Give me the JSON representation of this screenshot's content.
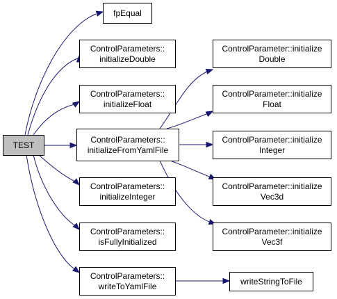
{
  "diagram": {
    "type": "call-graph",
    "edge_color": "#191970",
    "root_fill": "#bfbfbf",
    "nodes": [
      {
        "id": "test",
        "lines": [
          "TEST"
        ]
      },
      {
        "id": "fpequal",
        "lines": [
          "fpEqual"
        ]
      },
      {
        "id": "cps_initdouble",
        "lines": [
          "ControlParameters::",
          "initializeDouble"
        ]
      },
      {
        "id": "cps_initfloat",
        "lines": [
          "ControlParameters::",
          "initializeFloat"
        ]
      },
      {
        "id": "cps_initfromyaml",
        "lines": [
          "ControlParameters::",
          "initializeFromYamlFile"
        ]
      },
      {
        "id": "cps_initinteger",
        "lines": [
          "ControlParameters::",
          "initializeInteger"
        ]
      },
      {
        "id": "cps_isfully",
        "lines": [
          "ControlParameters::",
          "isFullyInitialized"
        ]
      },
      {
        "id": "cps_writeyaml",
        "lines": [
          "ControlParameters::",
          "writeToYamlFile"
        ]
      },
      {
        "id": "cp_initdouble",
        "lines": [
          "ControlParameter::initialize",
          "Double"
        ]
      },
      {
        "id": "cp_initfloat",
        "lines": [
          "ControlParameter::initialize",
          "Float"
        ]
      },
      {
        "id": "cp_initinteger",
        "lines": [
          "ControlParameter::initialize",
          "Integer"
        ]
      },
      {
        "id": "cp_initvec3d",
        "lines": [
          "ControlParameter::initialize",
          "Vec3d"
        ]
      },
      {
        "id": "cp_initvec3f",
        "lines": [
          "ControlParameter::initialize",
          "Vec3f"
        ]
      },
      {
        "id": "writestring",
        "lines": [
          "writeStringToFile"
        ]
      }
    ],
    "edges": [
      {
        "from": "test",
        "to": "fpequal"
      },
      {
        "from": "test",
        "to": "cps_initdouble"
      },
      {
        "from": "test",
        "to": "cps_initfloat"
      },
      {
        "from": "test",
        "to": "cps_initfromyaml"
      },
      {
        "from": "test",
        "to": "cps_initinteger"
      },
      {
        "from": "test",
        "to": "cps_isfully"
      },
      {
        "from": "test",
        "to": "cps_writeyaml"
      },
      {
        "from": "cps_initfromyaml",
        "to": "cp_initdouble"
      },
      {
        "from": "cps_initfromyaml",
        "to": "cp_initfloat"
      },
      {
        "from": "cps_initfromyaml",
        "to": "cp_initinteger"
      },
      {
        "from": "cps_initfromyaml",
        "to": "cp_initvec3d"
      },
      {
        "from": "cps_initfromyaml",
        "to": "cp_initvec3f"
      },
      {
        "from": "cps_writeyaml",
        "to": "writestring"
      }
    ]
  }
}
